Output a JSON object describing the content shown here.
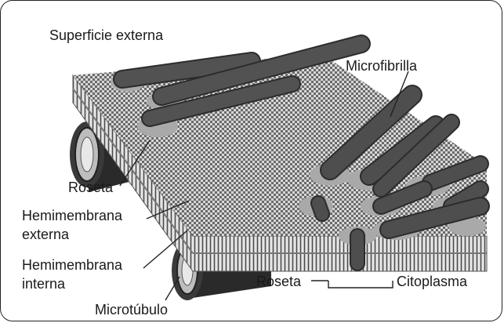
{
  "labels": {
    "superficie": "Superficie externa",
    "microfibrilla": "Microfibrilla",
    "roseta_left": "Roseta",
    "hemi_ext_1": "Hemimembrana",
    "hemi_ext_2": "externa",
    "hemi_int_1": "Hemimembrana",
    "hemi_int_2": "interna",
    "microtubulo": "Microtúbulo",
    "roseta_bottom": "Roseta",
    "citoplasma": "Citoplasma"
  },
  "colors": {
    "fibril": "#4d4d4d",
    "fibril_edge": "#2c2c2c",
    "rosette": "#a8a8a8",
    "membrane_light": "#cfcfcf",
    "membrane_dark": "#6b6b6b",
    "tube": "#333333"
  }
}
